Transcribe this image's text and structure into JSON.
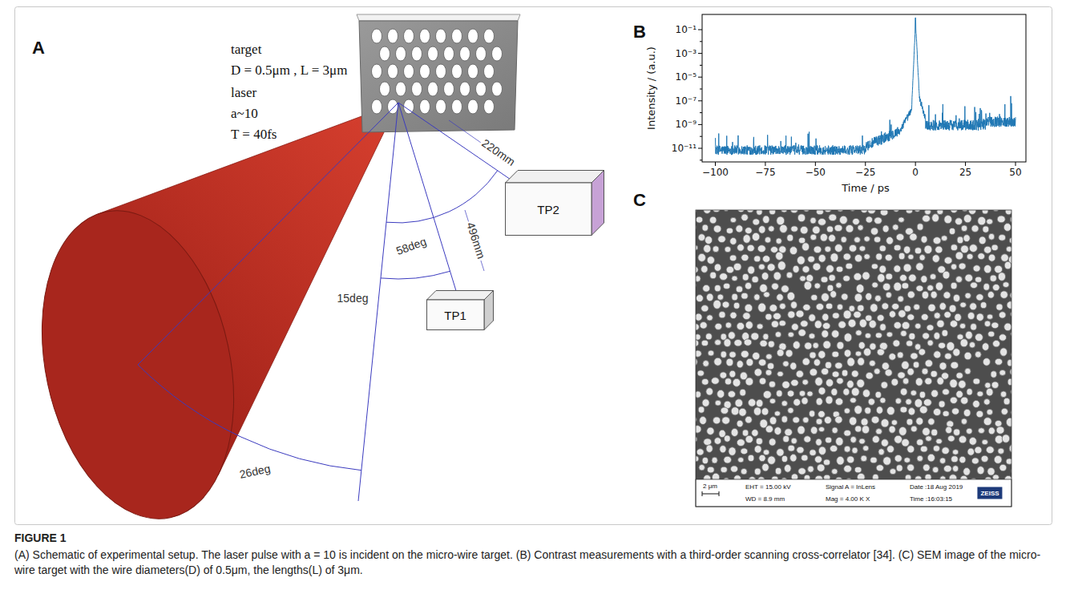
{
  "diagram": {
    "title": "FIGURE 1",
    "caption": "(A) Schematic of experimental setup. The laser pulse with a = 10 is incident on the micro-wire target. (B) Contrast measurements with a third-order scanning cross-correlator [34]. (C) SEM image of the micro-wire target with the wire diameters(D) of 0.5μm, the lengths(L) of 3μm.",
    "nodes": [
      {
        "text": [
          "TP2"
        ]
      },
      {
        "text": [
          "TP1"
        ]
      }
    ],
    "labels": [
      "A",
      "target",
      "D = 0.5μm , L = 3μm",
      "laser",
      "a~10",
      "T = 40fs",
      "220mm",
      "58deg",
      "496mm",
      "15deg",
      "26deg",
      "B",
      "Intensity / (a.u.)",
      "10⁻¹",
      "10⁻³",
      "10⁻⁵",
      "10⁻⁷",
      "10⁻⁹",
      "10⁻¹¹",
      "−100",
      "−75",
      "−50",
      "−25",
      "0",
      "25",
      "50",
      "Time / ps",
      "C",
      "2 μm",
      "EHT = 15.00 kV",
      "WD = 8.9 mm",
      "Signal A = InLens",
      "Mag = 4.00 K X",
      "Date :18 Aug 2019",
      "Time :16:03:15",
      "ZEISS"
    ]
  }
}
